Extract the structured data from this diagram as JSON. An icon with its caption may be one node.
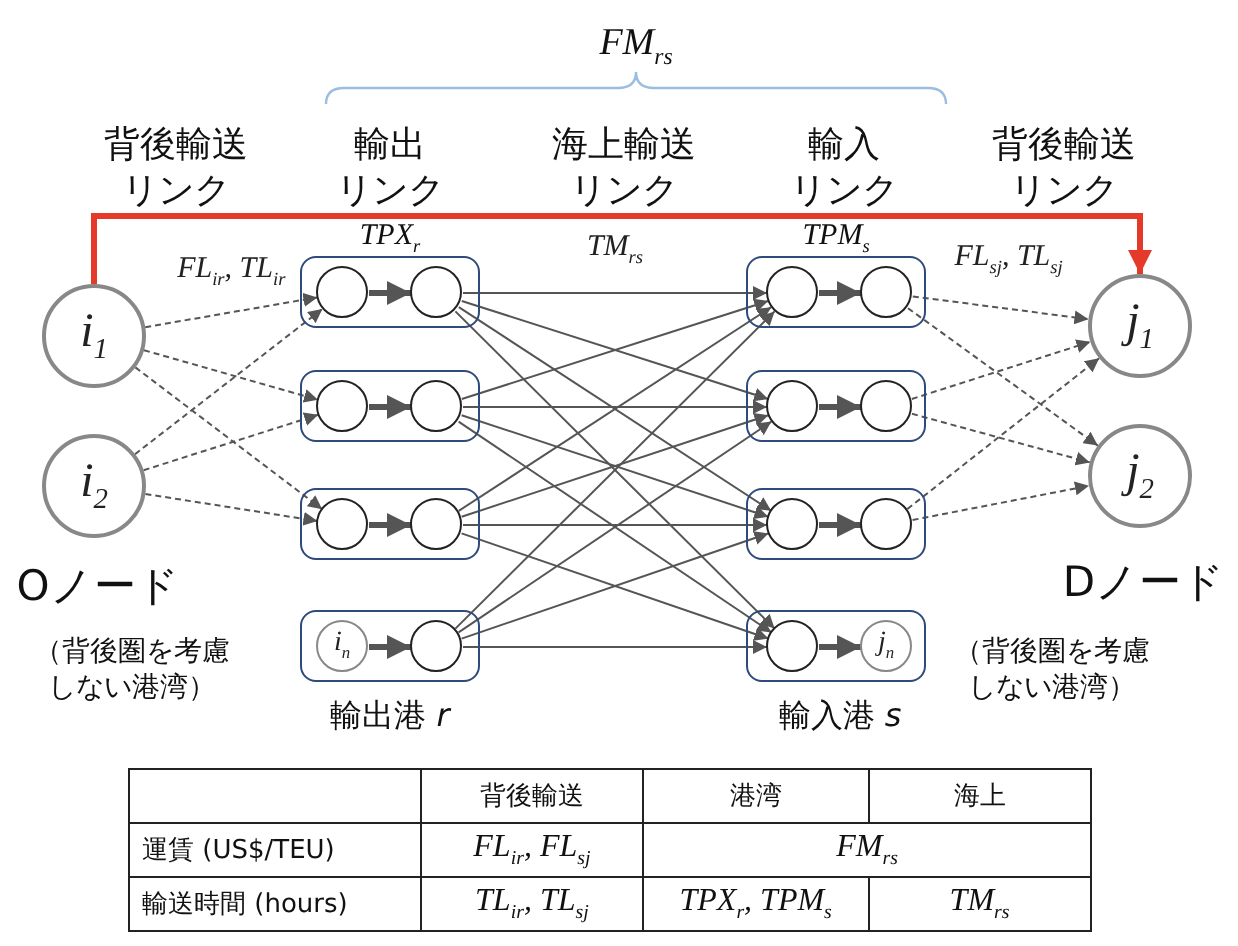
{
  "diagram": {
    "nodes": [
      {
        "text": [
          "i$_{1}$"
        ]
      },
      {
        "text": [
          "i$_{2}$"
        ],
        "beside": [
          "Oノード"
        ]
      },
      {
        "text": [],
        "shape": "box",
        "beside": [
          "TPX$_{r}$"
        ]
      },
      {
        "text": [],
        "shape": "circle",
        "in": 2
      },
      {
        "text": [],
        "shape": "circle",
        "in": 2
      },
      {
        "text": [],
        "shape": "box"
      },
      {
        "text": [],
        "shape": "circle",
        "in": 5
      },
      {
        "text": [],
        "shape": "circle",
        "in": 5
      },
      {
        "text": [],
        "shape": "box"
      },
      {
        "text": [],
        "shape": "circle",
        "in": 8
      },
      {
        "text": [],
        "shape": "circle",
        "in": 8
      },
      {
        "text": [],
        "shape": "box"
      },
      {
        "text": [
          "i$_{n}$"
        ],
        "in": 11
      },
      {
        "text": [],
        "shape": "circle",
        "in": 11
      },
      {
        "text": [],
        "shape": "box",
        "beside": [
          "TPM$_{s}$"
        ]
      },
      {
        "text": [],
        "shape": "circle",
        "in": 14
      },
      {
        "text": [],
        "shape": "circle",
        "in": 14
      },
      {
        "text": [],
        "shape": "box"
      },
      {
        "text": [],
        "shape": "circle",
        "in": 17
      },
      {
        "text": [],
        "shape": "circle",
        "in": 17
      },
      {
        "text": [],
        "shape": "box"
      },
      {
        "text": [],
        "shape": "circle",
        "in": 20
      },
      {
        "text": [],
        "shape": "circle",
        "in": 20
      },
      {
        "text": [],
        "shape": "box"
      },
      {
        "text": [],
        "shape": "circle",
        "in": 23
      },
      {
        "text": [
          "j$_{n}$"
        ],
        "in": 23
      },
      {
        "text": [
          "j$_{1}$"
        ]
      },
      {
        "text": [
          "j$_{2}$"
        ],
        "beside": [
          "Dノード"
        ]
      }
    ],
    "edges": [
      {
        "from": 0,
        "to": 26,
        "arrow": "to",
        "style": "thick",
        "color": "#e53a2a"
      },
      {
        "from": 0,
        "to": 3,
        "arrow": "to",
        "style": "dashed",
        "label": "FL$_{ir}$, TL$_{ir}$"
      },
      {
        "from": 0,
        "to": 6,
        "arrow": "to",
        "style": "dashed"
      },
      {
        "from": 0,
        "to": 9,
        "arrow": "to",
        "style": "dashed"
      },
      {
        "from": 1,
        "to": 3,
        "arrow": "to",
        "style": "dashed"
      },
      {
        "from": 1,
        "to": 6,
        "arrow": "to",
        "style": "dashed"
      },
      {
        "from": 1,
        "to": 9,
        "arrow": "to",
        "style": "dashed"
      },
      {
        "from": 3,
        "to": 4,
        "arrow": "to",
        "style": "thick"
      },
      {
        "from": 6,
        "to": 7,
        "arrow": "to",
        "style": "thick"
      },
      {
        "from": 9,
        "to": 10,
        "arrow": "to",
        "style": "thick"
      },
      {
        "from": 12,
        "to": 13,
        "arrow": "to",
        "style": "thick"
      },
      {
        "from": 15,
        "to": 16,
        "arrow": "to",
        "style": "thick"
      },
      {
        "from": 18,
        "to": 19,
        "arrow": "to",
        "style": "thick"
      },
      {
        "from": 21,
        "to": 22,
        "arrow": "to",
        "style": "thick"
      },
      {
        "from": 24,
        "to": 25,
        "arrow": "to",
        "style": "thick"
      },
      {
        "from": 4,
        "to": 15,
        "arrow": "to",
        "label": "TM$_{rs}$"
      },
      {
        "from": 4,
        "to": 18,
        "arrow": "to"
      },
      {
        "from": 4,
        "to": 21,
        "arrow": "to"
      },
      {
        "from": 4,
        "to": 24,
        "arrow": "to"
      },
      {
        "from": 7,
        "to": 15,
        "arrow": "to"
      },
      {
        "from": 7,
        "to": 18,
        "arrow": "to"
      },
      {
        "from": 7,
        "to": 21,
        "arrow": "to"
      },
      {
        "from": 7,
        "to": 24,
        "arrow": "to"
      },
      {
        "from": 10,
        "to": 15,
        "arrow": "to"
      },
      {
        "from": 10,
        "to": 18,
        "arrow": "to"
      },
      {
        "from": 10,
        "to": 21,
        "arrow": "to"
      },
      {
        "from": 10,
        "to": 24,
        "arrow": "to"
      },
      {
        "from": 13,
        "to": 15,
        "arrow": "to"
      },
      {
        "from": 13,
        "to": 18,
        "arrow": "to"
      },
      {
        "from": 13,
        "to": 21,
        "arrow": "to"
      },
      {
        "from": 13,
        "to": 24,
        "arrow": "to"
      },
      {
        "from": 16,
        "to": 26,
        "arrow": "to",
        "style": "dashed",
        "label": "FL$_{sj}$, TL$_{sj}$"
      },
      {
        "from": 19,
        "to": 26,
        "arrow": "to",
        "style": "dashed"
      },
      {
        "from": 22,
        "to": 26,
        "arrow": "to",
        "style": "dashed"
      },
      {
        "from": 16,
        "to": 27,
        "arrow": "to",
        "style": "dashed"
      },
      {
        "from": 19,
        "to": 27,
        "arrow": "to",
        "style": "dashed"
      },
      {
        "from": 22,
        "to": 27,
        "arrow": "to",
        "style": "dashed"
      }
    ],
    "labels": [
      "FM$_{rs}$",
      "背後輸送リンク",
      "輸出リンク",
      "海上輸送リンク",
      "輸入リンク",
      "背後輸送リンク",
      "（背後圏を考慮しない港湾）",
      "輸出港 *r*",
      "（背後圏を考慮しない港湾）",
      "輸入港 *s*",
      "背後輸送",
      "港湾",
      "海上",
      "運賃 (US$/TEU)",
      "FL$_{ir}$, FL$_{sj}$",
      "FM$_{rs}$",
      "輸送時間 (hours)",
      "TL$_{ir}$, TL$_{sj}$",
      "TPX$_{r}$, TPM$_{s}$",
      "TM$_{rs}$"
    ]
  }
}
